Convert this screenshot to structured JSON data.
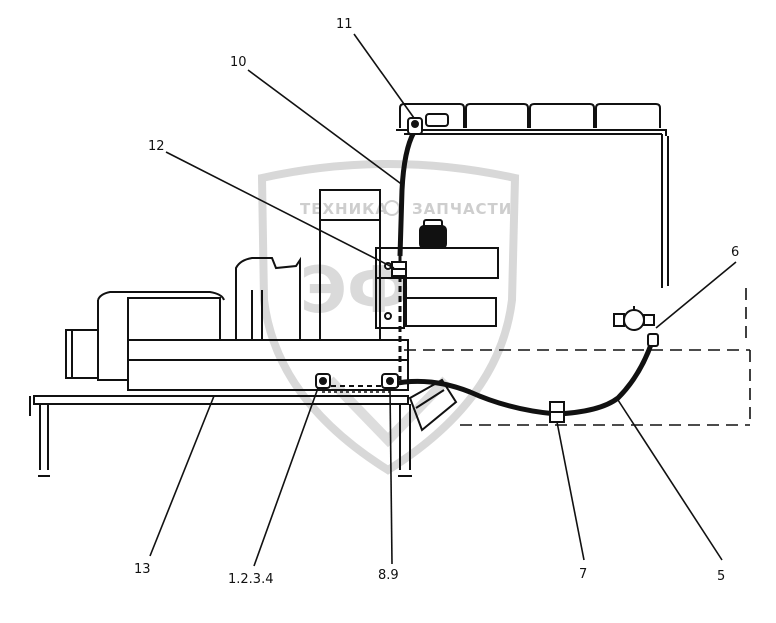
{
  "watermark": {
    "left_word": "ТЕХНИКА",
    "right_word": "ЗАПЧАСТИ",
    "letters": "ЭФ"
  },
  "callouts": {
    "c11": "11",
    "c10": "10",
    "c12": "12",
    "c6": "6",
    "c13": "13",
    "c1234": "1.2.3.4",
    "c89": "8.9",
    "c7": "7",
    "c5": "5"
  },
  "colors": {
    "line": "#111111",
    "watermark": "#d2d2d2"
  }
}
